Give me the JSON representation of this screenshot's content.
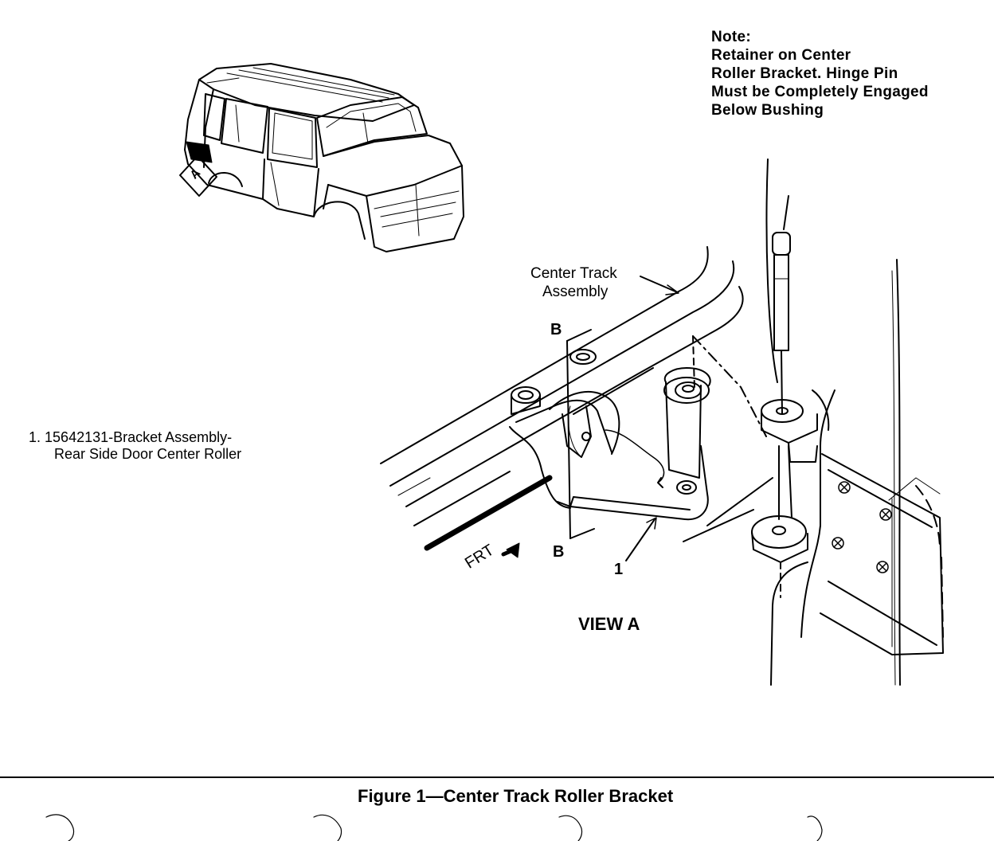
{
  "note": {
    "lines": [
      "Note:",
      "Retainer on Center",
      "Roller Bracket. Hinge Pin",
      "Must be Completely Engaged",
      "Below Bushing"
    ]
  },
  "parts_list": {
    "item_number": "1.",
    "line1": "15642131-Bracket Assembly-",
    "line2": "Rear Side Door Center Roller"
  },
  "callouts": {
    "center_track_line1": "Center Track",
    "center_track_line2": "Assembly",
    "section_b_top": "B",
    "section_b_bottom": "B",
    "part_number": "1",
    "front": "FRT",
    "view": "VIEW A",
    "van_view_marker": "A"
  },
  "figure": {
    "caption": "Figure 1—Center Track Roller Bracket"
  }
}
